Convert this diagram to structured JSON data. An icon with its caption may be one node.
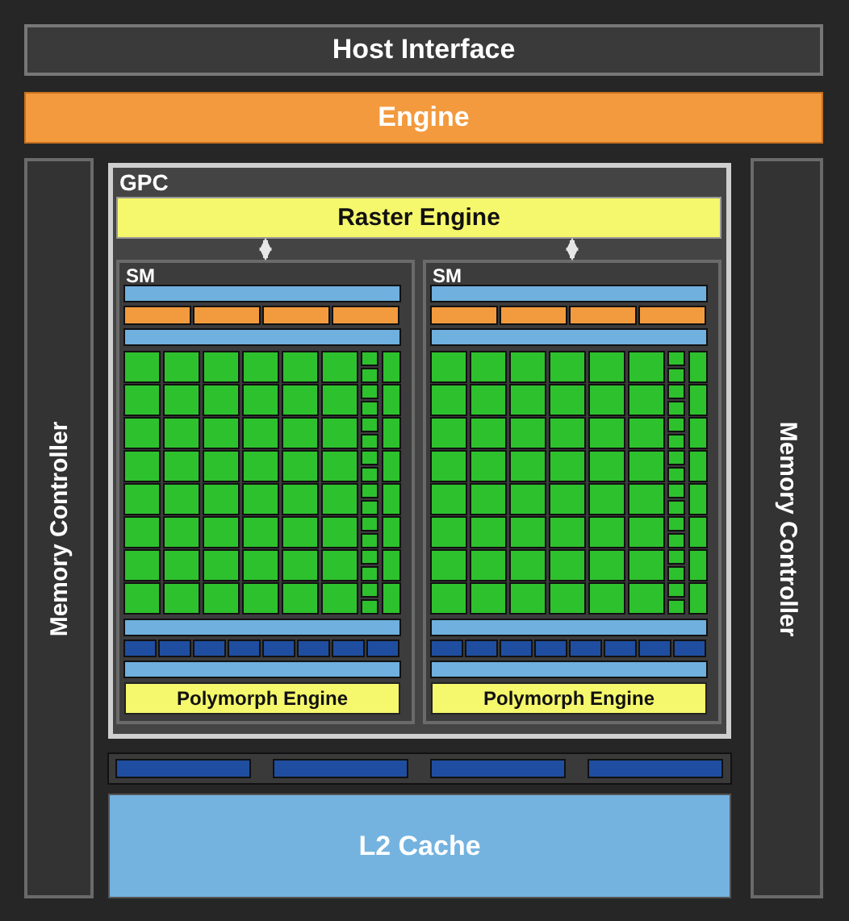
{
  "diagram": {
    "nodes": [
      {
        "text": [
          "Host Interface"
        ]
      },
      {
        "text": [
          "Engine"
        ]
      },
      {
        "text": [
          "Memory Controller"
        ]
      },
      {
        "text": [
          "GPC"
        ]
      },
      {
        "text": [
          "Raster Engine"
        ],
        "in": 3
      },
      {
        "text": [
          "SM"
        ],
        "in": 3
      },
      {
        "text": [
          "Polymorph Engine"
        ],
        "in": 5
      },
      {
        "text": [
          "SM"
        ],
        "in": 3
      },
      {
        "text": [
          "Polymorph Engine"
        ],
        "in": 7
      },
      {
        "text": [
          "Memory Controller"
        ]
      },
      {
        "text": [
          "L2 Cache"
        ]
      }
    ],
    "edges": [
      {
        "from": 4,
        "to": 5,
        "arrow": "both"
      },
      {
        "from": 4,
        "to": 7,
        "arrow": "both"
      }
    ]
  }
}
